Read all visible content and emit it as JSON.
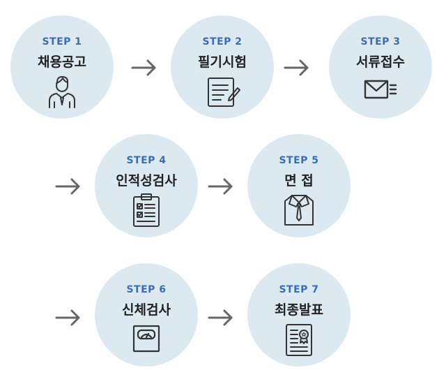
{
  "steps": [
    {
      "label": "STEP 1",
      "title": "채용공고",
      "icon": "person-icon"
    },
    {
      "label": "STEP 2",
      "title": "필기시험",
      "icon": "document-pen-icon"
    },
    {
      "label": "STEP 3",
      "title": "서류접수",
      "icon": "envelope-icon"
    },
    {
      "label": "STEP 4",
      "title": "인적성검사",
      "icon": "clipboard-checklist-icon"
    },
    {
      "label": "STEP 5",
      "title": "면 접",
      "icon": "shirt-tie-icon"
    },
    {
      "label": "STEP 6",
      "title": "신체검사",
      "icon": "scale-icon"
    },
    {
      "label": "STEP 7",
      "title": "최종발표",
      "icon": "certificate-icon"
    }
  ],
  "colors": {
    "circle": "#dde9f1",
    "label": "#3a6db5",
    "title": "#222222",
    "icon": "#333333",
    "arrow": "#666666"
  }
}
